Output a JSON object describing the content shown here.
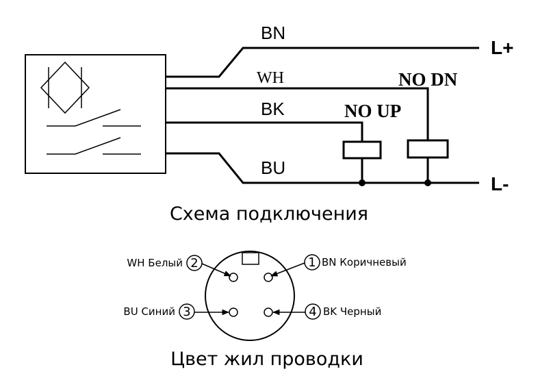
{
  "wiring_diagram": {
    "wires": {
      "bn": "BN",
      "wh": "WH",
      "bk": "BK",
      "bu": "BU"
    },
    "rails": {
      "positive": "L+",
      "negative": "L-"
    },
    "outputs": {
      "no_dn": "NO DN",
      "no_up": "NO UP"
    },
    "caption": "Схема подключения"
  },
  "connector": {
    "pins": [
      {
        "number": "1",
        "label": "BN Коричневый"
      },
      {
        "number": "2",
        "label": "WH Белый"
      },
      {
        "number": "3",
        "label": "BU Синий"
      },
      {
        "number": "4",
        "label": "BK Черный"
      }
    ],
    "caption": "Цвет жил проводки"
  }
}
